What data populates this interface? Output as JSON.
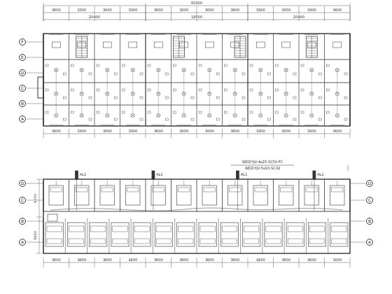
{
  "diagram": {
    "nodes": [
      {
        "text": [
          "F"
        ]
      },
      {
        "text": [
          "E"
        ]
      },
      {
        "text": [
          "D"
        ]
      },
      {
        "text": [
          "C"
        ]
      },
      {
        "text": [
          "B"
        ]
      },
      {
        "text": [
          "A"
        ]
      },
      {
        "text": [
          "D"
        ]
      },
      {
        "text": [
          "C"
        ]
      },
      {
        "text": [
          "B"
        ]
      },
      {
        "text": [
          "A"
        ]
      },
      {
        "text": [
          "D"
        ]
      },
      {
        "text": [
          "C"
        ]
      },
      {
        "text": [
          "B"
        ]
      },
      {
        "text": [
          "A"
        ]
      }
    ],
    "labels": [
      "60300",
      "20400",
      "19500",
      "20400",
      "3600",
      "3300",
      "3000",
      "3300",
      "3600",
      "3000",
      "3000",
      "3600",
      "3300",
      "3000",
      "3300",
      "3600",
      "3600",
      "3300",
      "3000",
      "3300",
      "3600",
      "3000",
      "3000",
      "3600",
      "3300",
      "3000",
      "3300",
      "3600",
      "WDZ-YJV-4x25-SC50-FC",
      "WDZ-YJV-5x10-SC32",
      "AL1",
      "AL1",
      "AL1",
      "AL1",
      "3600",
      "3600",
      "3600",
      "4200",
      "3600",
      "3600",
      "3600",
      "3600",
      "4200",
      "3600",
      "3600",
      "3000",
      "6000",
      "5400"
    ]
  }
}
